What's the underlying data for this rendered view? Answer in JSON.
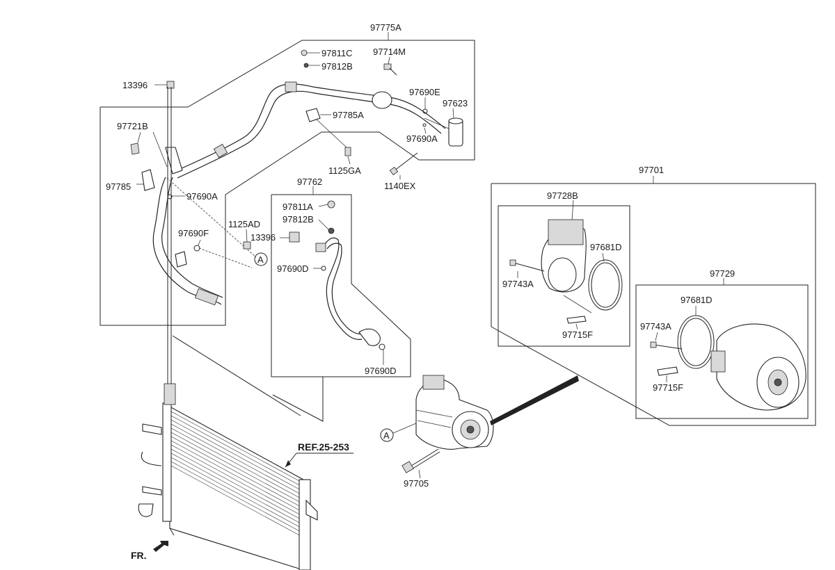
{
  "labels": {
    "l97775A": "97775A",
    "l97811C": "97811C",
    "l97714M": "97714M",
    "l97812B_top": "97812B",
    "l13396_top": "13396",
    "l97690E": "97690E",
    "l97623": "97623",
    "l97785A": "97785A",
    "l97721B": "97721B",
    "l97690A_right": "97690A",
    "l1125GA": "1125GA",
    "l1140EX": "1140EX",
    "l97785": "97785",
    "l97690A_left": "97690A",
    "l97762": "97762",
    "l97811A": "97811A",
    "l1125AD": "1125AD",
    "l97812B_mid": "97812B",
    "l97690F": "97690F",
    "l13396_mid": "13396",
    "l97690D_mid": "97690D",
    "l97690D_low": "97690D",
    "l97701": "97701",
    "l97728B": "97728B",
    "l97681D_a": "97681D",
    "l97743A_a": "97743A",
    "l97729": "97729",
    "l97681D_b": "97681D",
    "l97715F_a": "97715F",
    "l97743A_b": "97743A",
    "l97715F_b": "97715F",
    "l97705": "97705",
    "ref": "REF.25-253",
    "fr": "FR.",
    "circleA1": "A",
    "circleA2": "A"
  }
}
